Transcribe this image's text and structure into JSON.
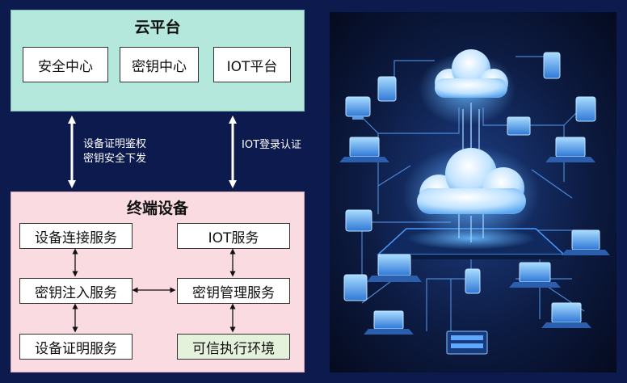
{
  "cloud_platform": {
    "title": "云平台",
    "modules": [
      "安全中心",
      "密钥中心",
      "IOT平台"
    ]
  },
  "links": {
    "left_label_line1": "设备证明鉴权",
    "left_label_line2": "密钥安全下发",
    "right_label": "IOT登录认证"
  },
  "terminal_device": {
    "title": "终端设备",
    "services": {
      "device_connect": "设备连接服务",
      "iot_service": "IOT服务",
      "key_inject": "密钥注入服务",
      "key_manage": "密钥管理服务",
      "device_attest": "设备证明服务",
      "tee": "可信执行环境"
    }
  },
  "colors": {
    "background": "#0c1a4e",
    "cloud_panel": "#b5e8dc",
    "terminal_panel": "#fbdbe2",
    "tee_box": "#e4f2dc",
    "illustration_glow": "#4aa8ff"
  },
  "illustration": {
    "icon": "cloud-network-illustration"
  }
}
